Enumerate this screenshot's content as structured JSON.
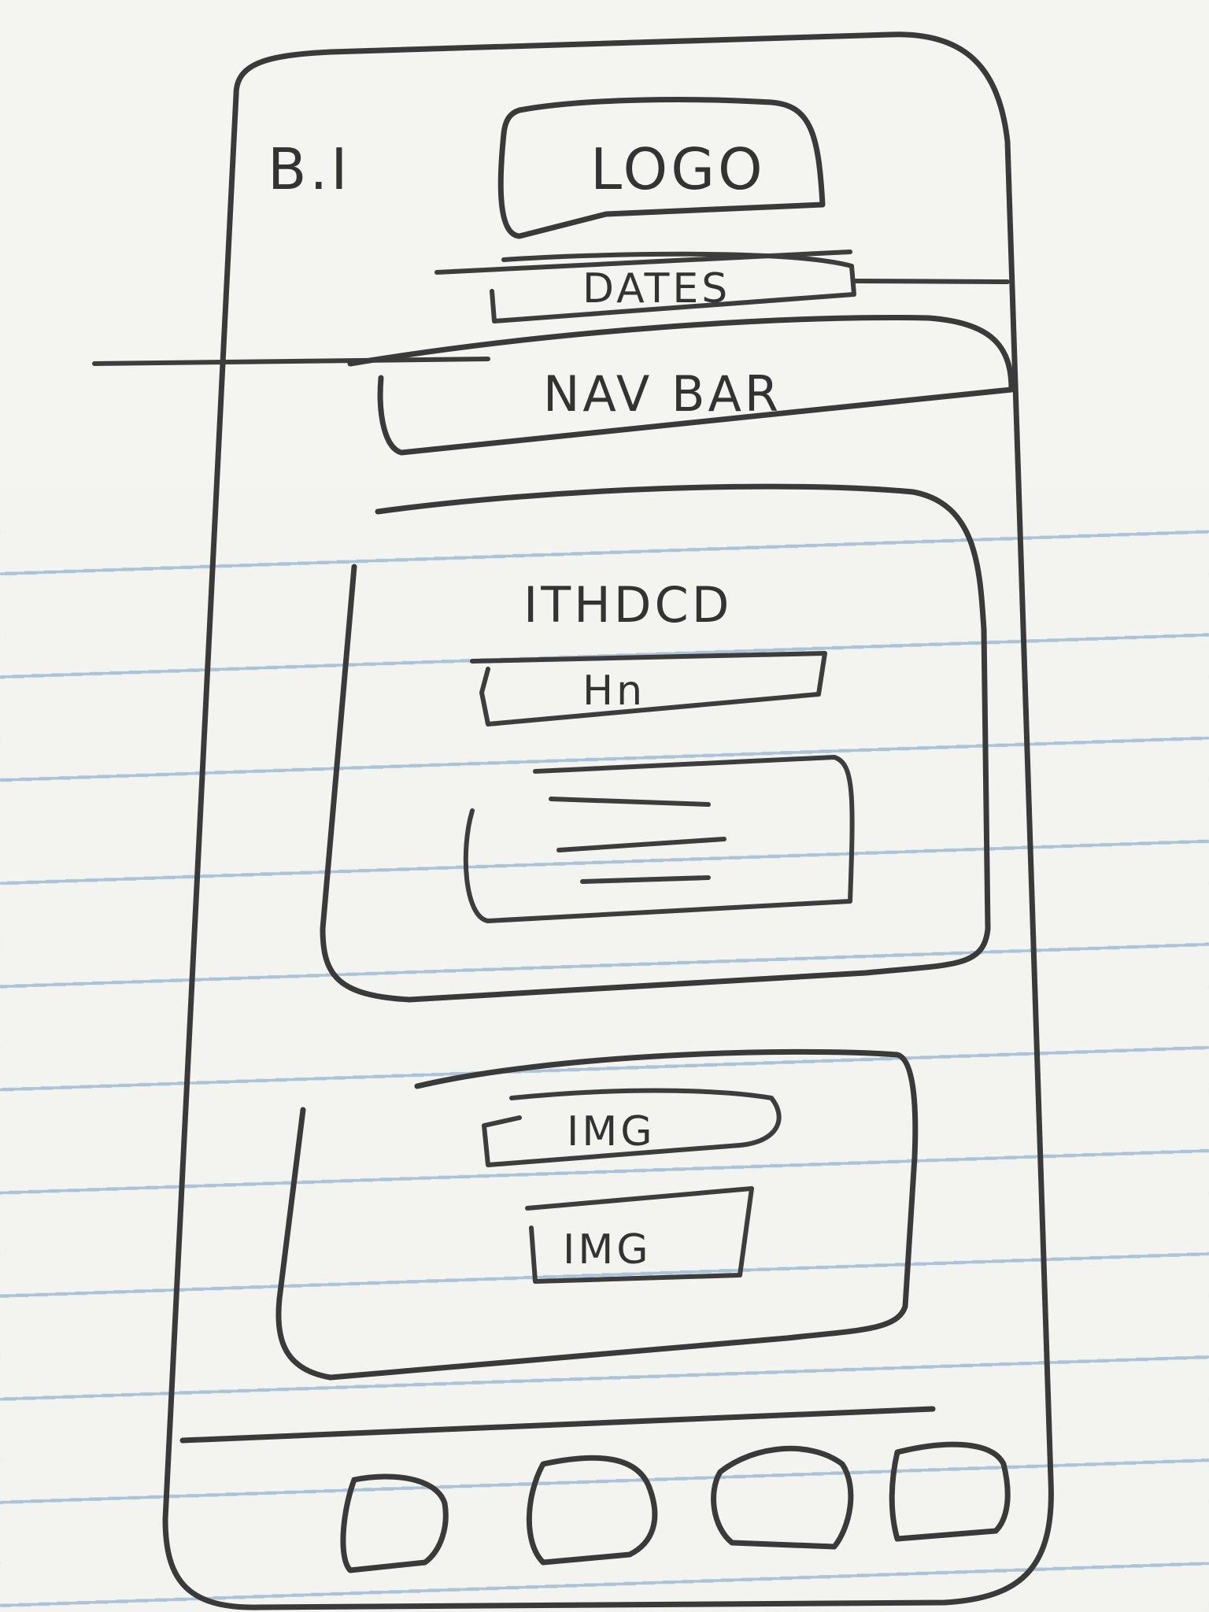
{
  "corner_mark": "B.I",
  "header": {
    "logo_label": "LOGO",
    "dates_label": "DATES"
  },
  "navbar": {
    "label": "NAV BAR"
  },
  "main_card": {
    "title": "ITHDCD",
    "subheading_label": "Hn",
    "text_block_lines": 3
  },
  "image_card": {
    "image_labels": [
      "IMG",
      "IMG"
    ]
  },
  "bottom_nav": {
    "button_count": 4
  }
}
